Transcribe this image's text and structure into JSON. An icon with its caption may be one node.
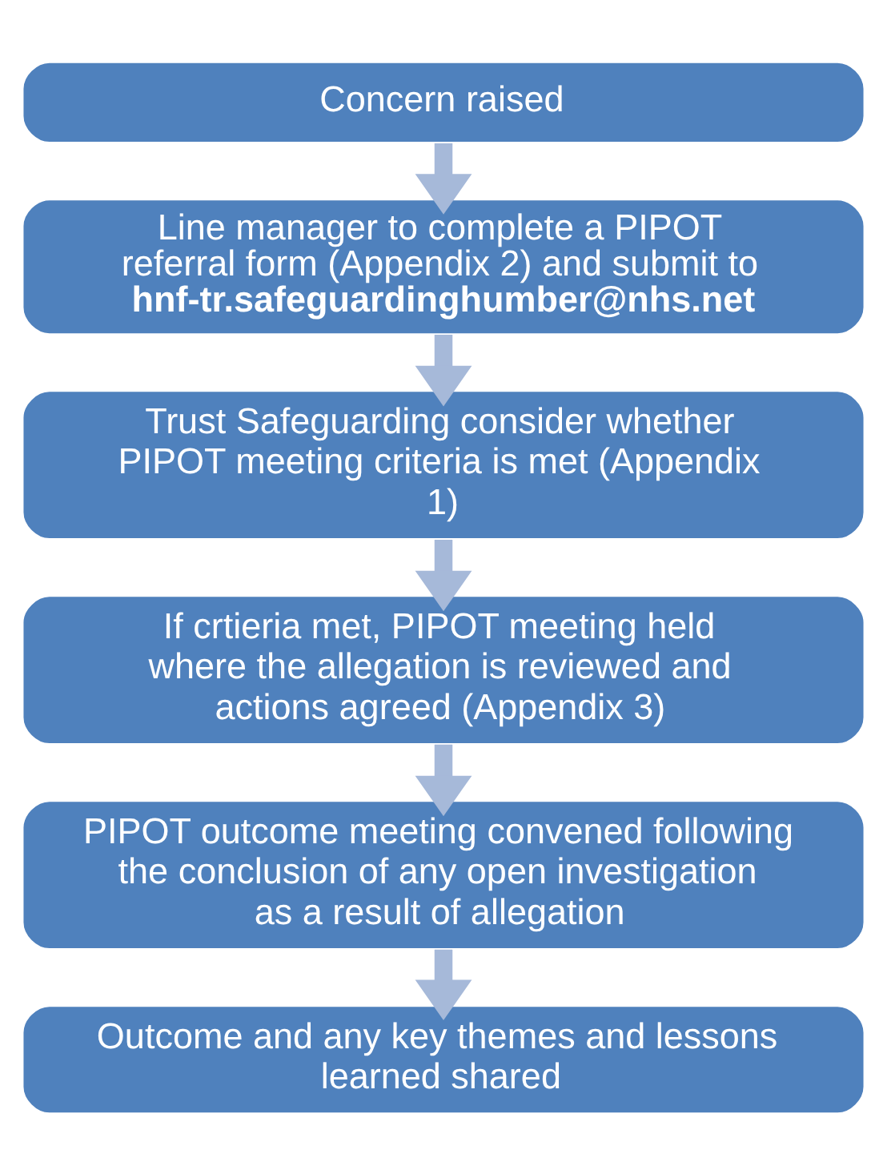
{
  "diagram": {
    "nodes": [
      {
        "text": [
          "Concern raised"
        ]
      },
      {
        "text": [
          "Line manager to complete a PIPOT referral form (Appendix 2) and submit to **hnf-tr.safeguardinghumber@nhs.net**"
        ]
      },
      {
        "text": [
          "Trust Safeguarding consider whether PIPOT meeting criteria is met (Appendix 1)"
        ]
      },
      {
        "text": [
          "If crtieria met, PIPOT meeting held where the allegation is reviewed and actions agreed (Appendix 3)"
        ]
      },
      {
        "text": [
          "PIPOT outcome meeting convened following the conclusion of any open investigation as a result of allegation"
        ]
      },
      {
        "text": [
          "Outcome and any key themes and lessons learned shared"
        ]
      }
    ],
    "edges": [
      {
        "from": 0,
        "to": 1,
        "arrow": "to"
      },
      {
        "from": 1,
        "to": 2,
        "arrow": "to"
      },
      {
        "from": 2,
        "to": 3,
        "arrow": "to"
      },
      {
        "from": 3,
        "to": 4,
        "arrow": "to"
      },
      {
        "from": 4,
        "to": 5,
        "arrow": "to"
      }
    ]
  }
}
